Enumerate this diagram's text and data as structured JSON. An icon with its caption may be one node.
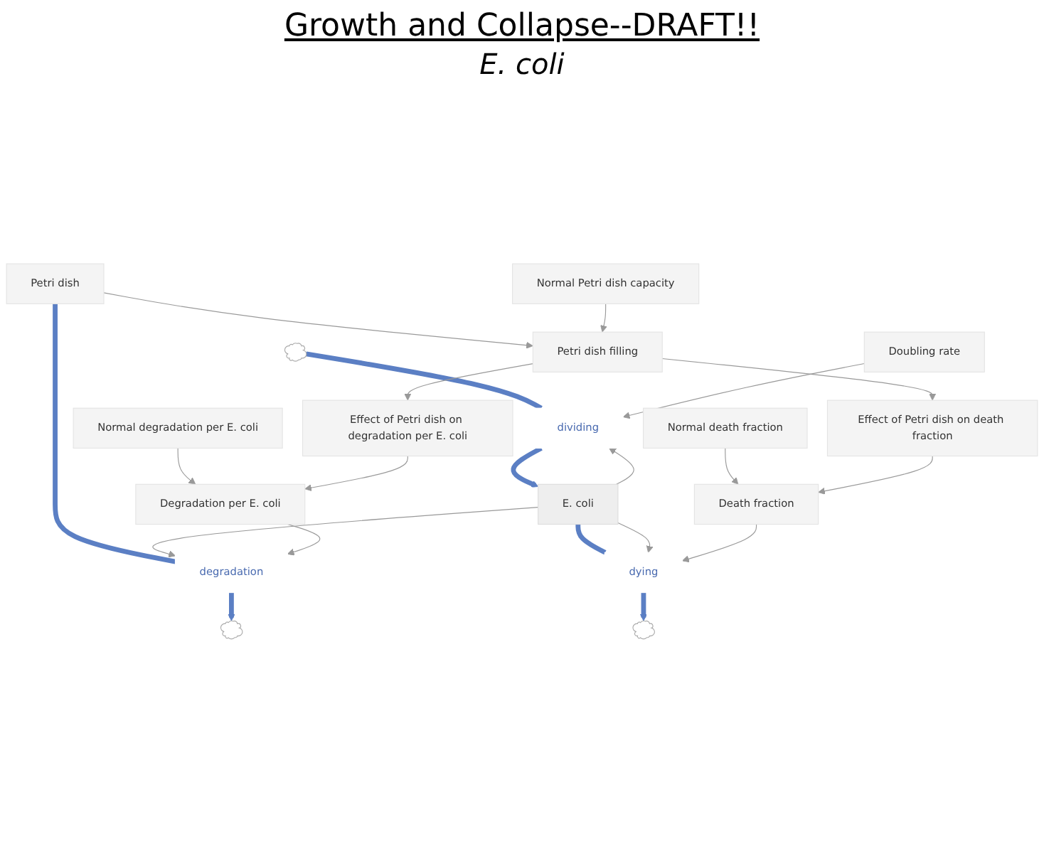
{
  "diagram": {
    "title": "Growth and Collapse--DRAFT!!",
    "nodes": [
      {
        "text": [],
        "shape": "cloud"
      },
      {
        "text": [
          "dividing"
        ]
      },
      {
        "text": [
          "E. coli"
        ]
      },
      {
        "text": [
          "dying"
        ]
      },
      {
        "text": [],
        "shape": "cloud"
      },
      {
        "text": [
          "Doubling rate"
        ]
      },
      {
        "text": [
          "Death fraction"
        ]
      },
      {
        "text": [
          "Normal death fraction"
        ]
      },
      {
        "text": [
          "Effect of Petri dish on death fraction"
        ]
      },
      {
        "text": [
          "Petri dish"
        ]
      },
      {
        "text": [
          "Petri dish filling"
        ]
      },
      {
        "text": [],
        "shape": "cloud"
      },
      {
        "text": [
          "degradation"
        ]
      },
      {
        "text": [
          "Degradation per E. coli"
        ]
      },
      {
        "text": [
          "Normal degradation per E. coli"
        ]
      },
      {
        "text": [
          "Effect of Petri dish on degradation per E. coli"
        ]
      },
      {
        "text": [
          "Normal Petri dish capacity"
        ]
      }
    ],
    "edges": [
      {
        "from": 0,
        "to": 1,
        "arrow": "none",
        "style": "thick",
        "color": "#5b7fc4"
      },
      {
        "from": 1,
        "to": 2,
        "arrow": "to",
        "style": "thick",
        "color": "#5b7fc4"
      },
      {
        "from": 2,
        "to": 3,
        "arrow": "none",
        "style": "thick",
        "color": "#5b7fc4"
      },
      {
        "from": 3,
        "to": 4,
        "arrow": "to",
        "style": "thick",
        "color": "#5b7fc4"
      },
      {
        "from": 9,
        "to": 12,
        "arrow": "none",
        "style": "thick",
        "color": "#5b7fc4"
      },
      {
        "from": 12,
        "to": 11,
        "arrow": "to",
        "style": "thick",
        "color": "#5b7fc4"
      },
      {
        "from": 5,
        "to": 1,
        "arrow": "to"
      },
      {
        "from": 2,
        "to": 1,
        "arrow": "to"
      },
      {
        "from": 2,
        "to": 3,
        "arrow": "to"
      },
      {
        "from": 6,
        "to": 3,
        "arrow": "to"
      },
      {
        "from": 7,
        "to": 6,
        "arrow": "to"
      },
      {
        "from": 8,
        "to": 6,
        "arrow": "to"
      },
      {
        "from": 10,
        "to": 8,
        "arrow": "to"
      },
      {
        "from": 2,
        "to": 12,
        "arrow": "to"
      },
      {
        "from": 13,
        "to": 12,
        "arrow": "to"
      },
      {
        "from": 14,
        "to": 13,
        "arrow": "to"
      },
      {
        "from": 15,
        "to": 13,
        "arrow": "to"
      },
      {
        "from": 10,
        "to": 15,
        "arrow": "to"
      },
      {
        "from": 9,
        "to": 10,
        "arrow": "to"
      },
      {
        "from": 16,
        "to": 10,
        "arrow": "to"
      }
    ],
    "labels": [
      "E. coli"
    ]
  }
}
